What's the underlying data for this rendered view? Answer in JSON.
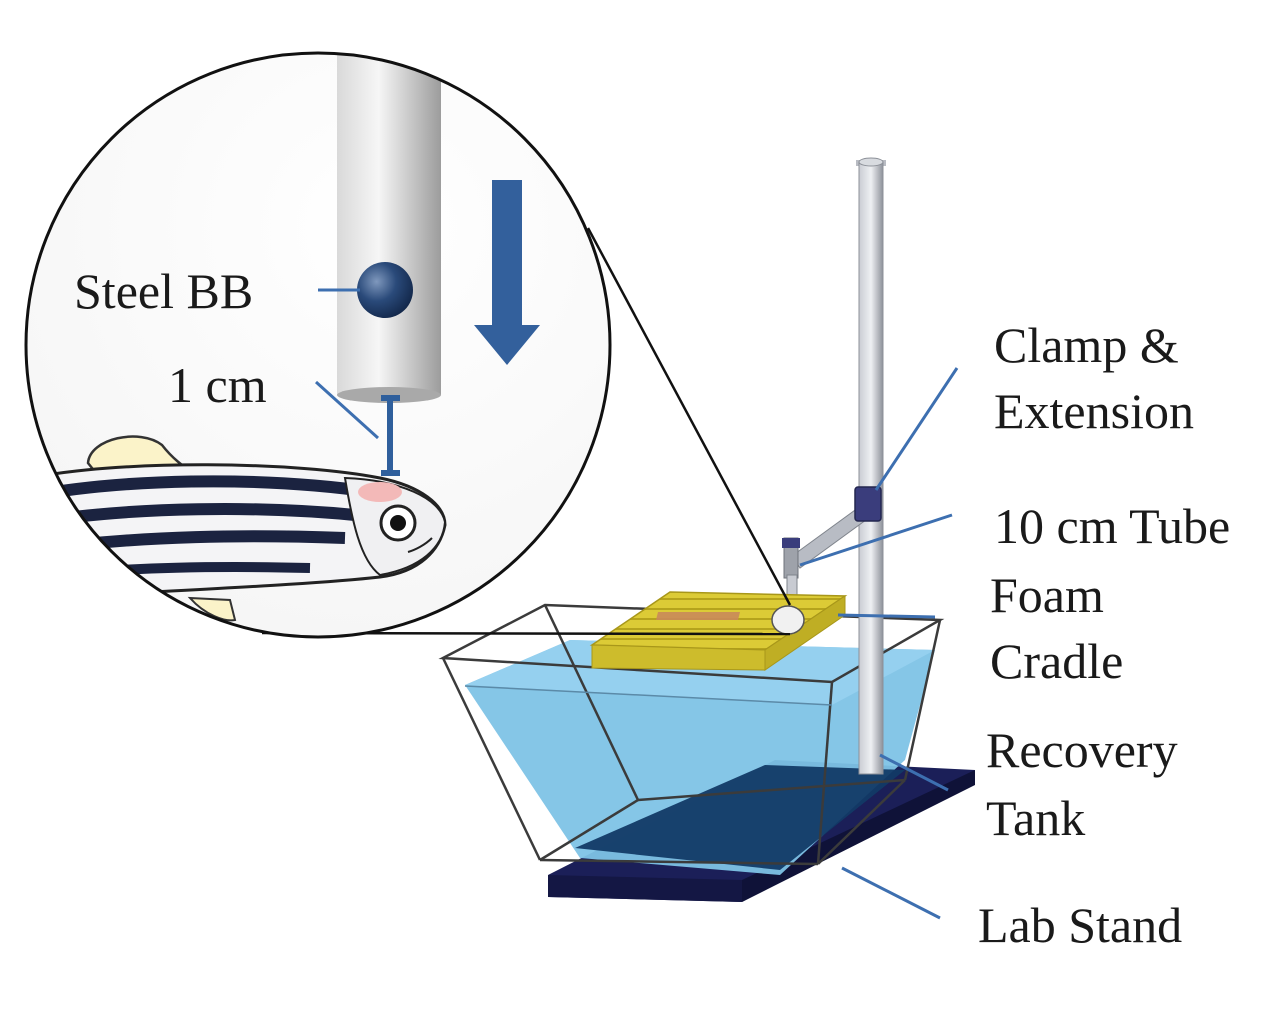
{
  "labels": {
    "steel_bb": "Steel BB",
    "one_cm": "1 cm",
    "clamp_line1": "Clamp &",
    "clamp_line2": "Extension",
    "tube": "10 cm Tube",
    "foam_line1": "Foam",
    "foam_line2": "Cradle",
    "recovery_line1": "Recovery",
    "recovery_line2": "Tank",
    "lab_stand": "Lab Stand"
  },
  "colors": {
    "leader_line": "#3d6fb0",
    "arrow": "#33609c",
    "water": "#7dc3e6",
    "stand_base": "#1b1f58",
    "tank_floor": "#10345e",
    "foam": "#d8c733",
    "steel_ball": "#1f3a66",
    "outline": "#111111"
  },
  "icons": {
    "arrow": "down-arrow-icon",
    "fish": "zebrafish-illustration"
  }
}
